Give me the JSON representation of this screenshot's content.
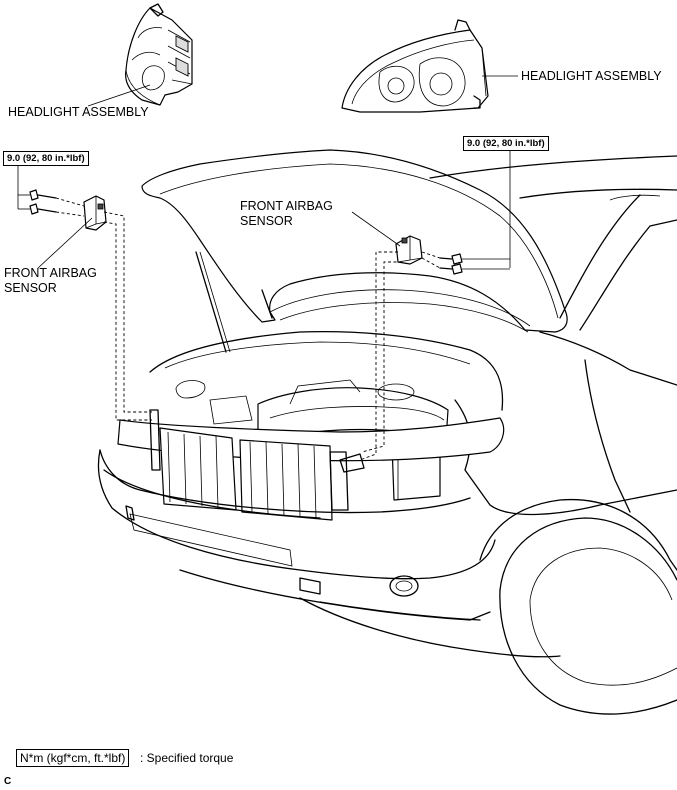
{
  "labels": {
    "headlight_left": "HEADLIGHT ASSEMBLY",
    "headlight_right": "HEADLIGHT ASSEMBLY",
    "sensor_left_line1": "FRONT AIRBAG",
    "sensor_left_line2": "SENSOR",
    "sensor_right_line1": "FRONT AIRBAG",
    "sensor_right_line2": "SENSOR"
  },
  "torque": {
    "left": "9.0 (92, 80 in.*lbf)",
    "right": "9.0 (92, 80 in.*lbf)"
  },
  "legend": {
    "unit_box": "N*m (kgf*cm, ft.*lbf)",
    "description": ": Specified torque"
  },
  "figure_code": "C"
}
